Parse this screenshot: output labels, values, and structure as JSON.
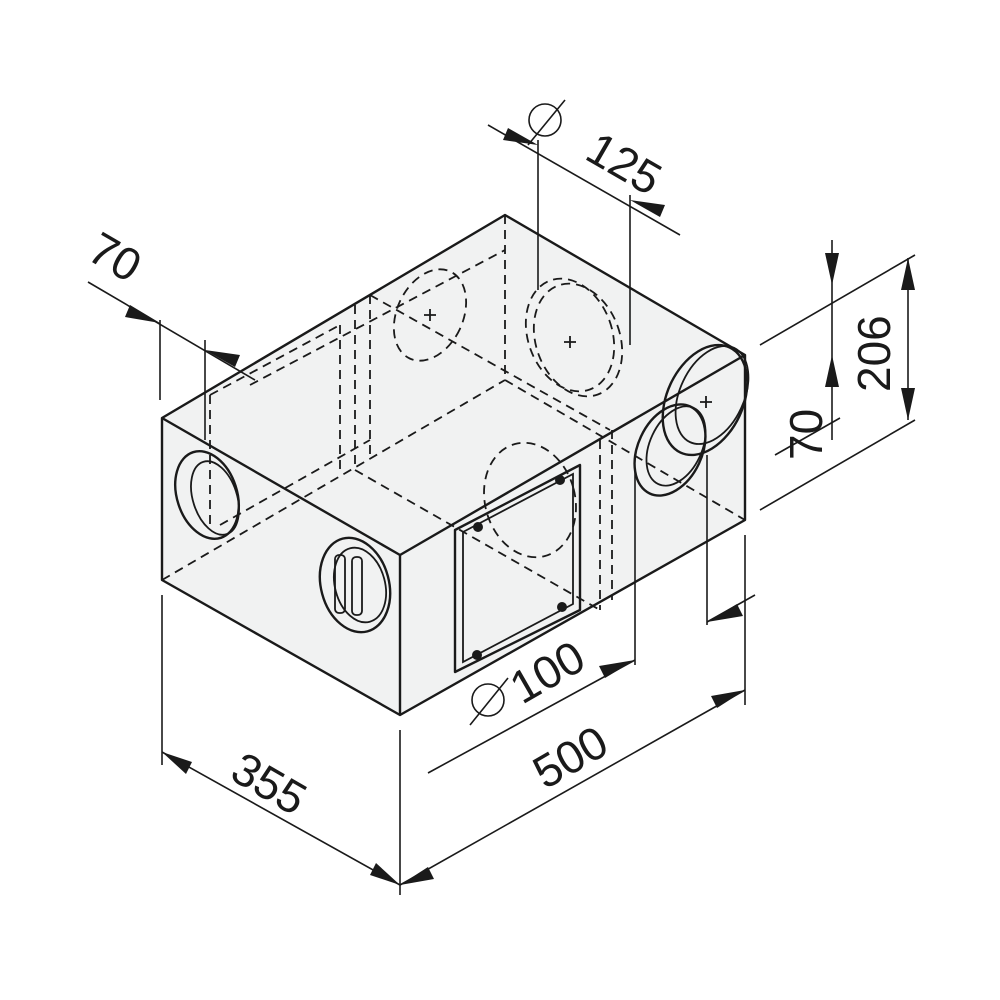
{
  "dimensions": {
    "width": "500",
    "depth": "355",
    "height": "206",
    "spigot_offset_right": "70",
    "spigot_offset_left": "70",
    "diameter_large": "125",
    "diameter_small": "100"
  }
}
